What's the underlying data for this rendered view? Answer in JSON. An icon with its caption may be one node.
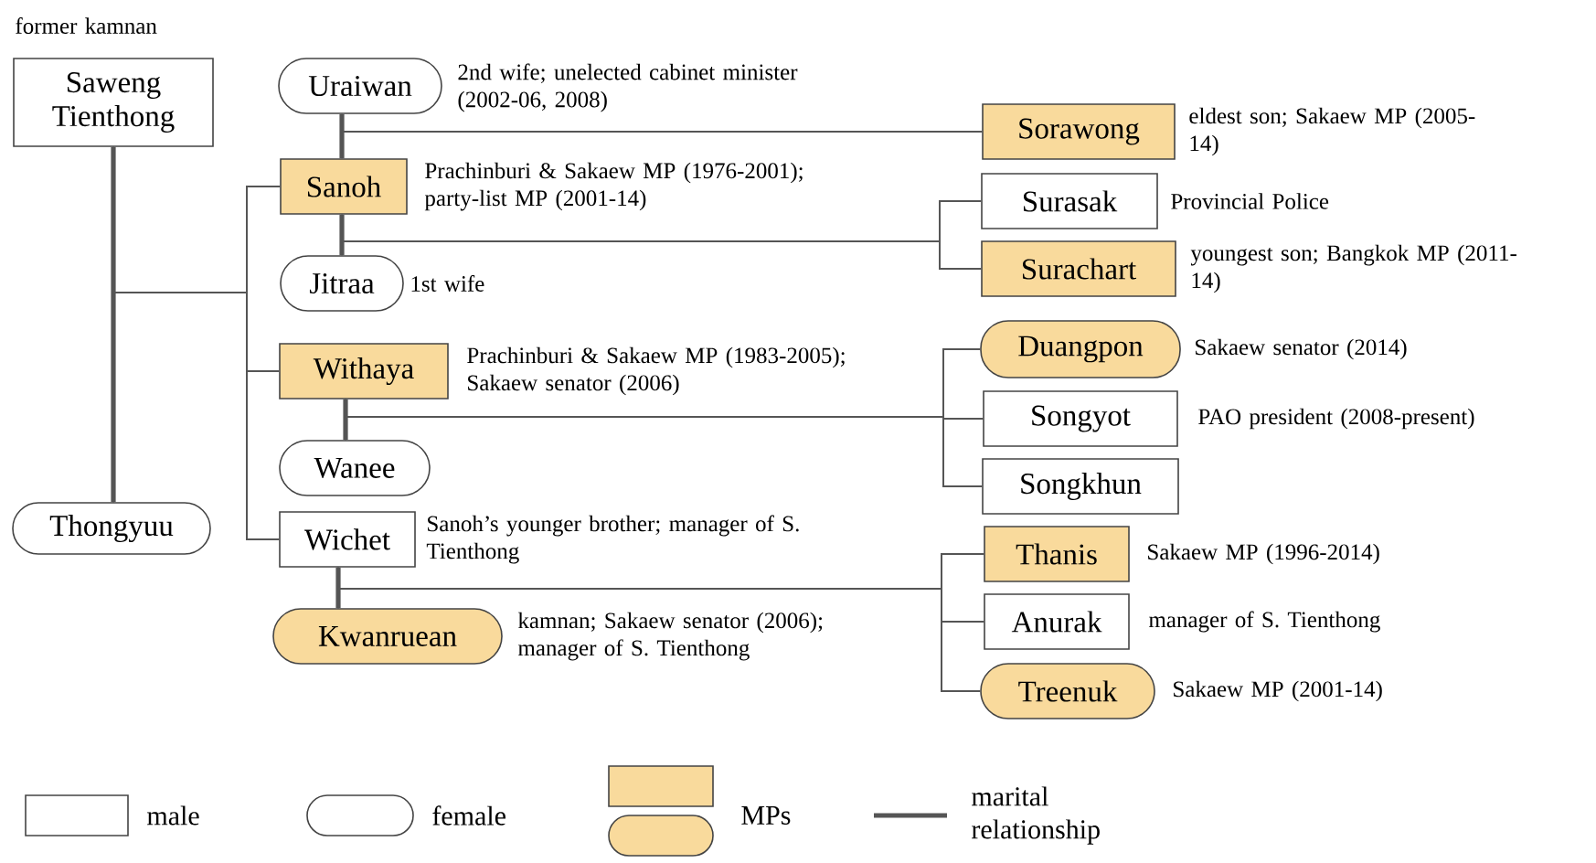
{
  "diagram": {
    "nodes": [
      {
        "text": [
          "Saweng Tienthong"
        ],
        "beside": [
          "former kamnan"
        ]
      },
      {
        "text": [
          "Thongyuu"
        ]
      },
      {
        "text": [
          "Uraiwan"
        ],
        "beside": [
          "2nd wife; unelected cabinet minister (2002-06, 2008)"
        ]
      },
      {
        "text": [
          "Sanoh"
        ],
        "beside": [
          "Prachinburi & Sakaew MP (1976-2001); party-list MP (2001-14)"
        ]
      },
      {
        "text": [
          "Jitraa"
        ],
        "beside": [
          "1st wife"
        ]
      },
      {
        "text": [
          "Withaya"
        ],
        "beside": [
          "Prachinburi & Sakaew MP (1983-2005); Sakaew senator (2006)"
        ]
      },
      {
        "text": [
          "Wanee"
        ]
      },
      {
        "text": [
          "Wichet"
        ],
        "beside": [
          "Sanoh’s younger brother; manager of S. Tienthong"
        ]
      },
      {
        "text": [
          "Kwanruean"
        ],
        "beside": [
          "kamnan; Sakaew senator (2006); manager of S. Tienthong"
        ]
      },
      {
        "text": [
          "Sorawong"
        ],
        "beside": [
          "eldest son; Sakaew MP (2005-14)"
        ]
      },
      {
        "text": [
          "Surasak"
        ],
        "beside": [
          "Provincial Police"
        ]
      },
      {
        "text": [
          "Surachart"
        ],
        "beside": [
          "youngest son; Bangkok MP (2011-14)"
        ]
      },
      {
        "text": [
          "Duangpon"
        ],
        "beside": [
          "Sakaew senator (2014)"
        ]
      },
      {
        "text": [
          "Songyot"
        ],
        "beside": [
          "PAO president (2008-present)"
        ]
      },
      {
        "text": [
          "Songkhun"
        ]
      },
      {
        "text": [
          "Thanis"
        ],
        "beside": [
          "Sakaew MP (1996-2014)"
        ]
      },
      {
        "text": [
          "Anurak"
        ],
        "beside": [
          "manager of S. Tienthong"
        ]
      },
      {
        "text": [
          "Treenuk"
        ],
        "beside": [
          "Sakaew MP (2001-14)"
        ]
      }
    ],
    "edges": [
      {
        "from": 0,
        "to": 1,
        "arrow": "none",
        "style": "thick"
      },
      {
        "from": 2,
        "to": 3,
        "arrow": "none",
        "style": "thick"
      },
      {
        "from": 3,
        "to": 4,
        "arrow": "none",
        "style": "thick"
      },
      {
        "from": 5,
        "to": 6,
        "arrow": "none",
        "style": "thick"
      },
      {
        "from": 7,
        "to": 8,
        "arrow": "none",
        "style": "thick"
      },
      {
        "from": 0,
        "to": 3,
        "arrow": "none"
      },
      {
        "from": 1,
        "to": 3,
        "arrow": "none"
      },
      {
        "from": 0,
        "to": 5,
        "arrow": "none"
      },
      {
        "from": 1,
        "to": 5,
        "arrow": "none"
      },
      {
        "from": 0,
        "to": 7,
        "arrow": "none"
      },
      {
        "from": 1,
        "to": 7,
        "arrow": "none"
      },
      {
        "from": 2,
        "to": 9,
        "arrow": "none"
      },
      {
        "from": 3,
        "to": 9,
        "arrow": "none"
      },
      {
        "from": 3,
        "to": 10,
        "arrow": "none"
      },
      {
        "from": 4,
        "to": 10,
        "arrow": "none"
      },
      {
        "from": 3,
        "to": 11,
        "arrow": "none"
      },
      {
        "from": 4,
        "to": 11,
        "arrow": "none"
      },
      {
        "from": 5,
        "to": 12,
        "arrow": "none"
      },
      {
        "from": 6,
        "to": 12,
        "arrow": "none"
      },
      {
        "from": 5,
        "to": 13,
        "arrow": "none"
      },
      {
        "from": 6,
        "to": 13,
        "arrow": "none"
      },
      {
        "from": 5,
        "to": 14,
        "arrow": "none"
      },
      {
        "from": 6,
        "to": 14,
        "arrow": "none"
      },
      {
        "from": 7,
        "to": 15,
        "arrow": "none"
      },
      {
        "from": 8,
        "to": 15,
        "arrow": "none"
      },
      {
        "from": 7,
        "to": 16,
        "arrow": "none"
      },
      {
        "from": 8,
        "to": 16,
        "arrow": "none"
      },
      {
        "from": 7,
        "to": 17,
        "arrow": "none"
      },
      {
        "from": 8,
        "to": 17,
        "arrow": "none"
      }
    ],
    "legend": [
      {
        "text": "male"
      },
      {
        "text": "female"
      },
      {
        "text": "MPs"
      },
      {
        "text": "marital relationship"
      }
    ]
  }
}
